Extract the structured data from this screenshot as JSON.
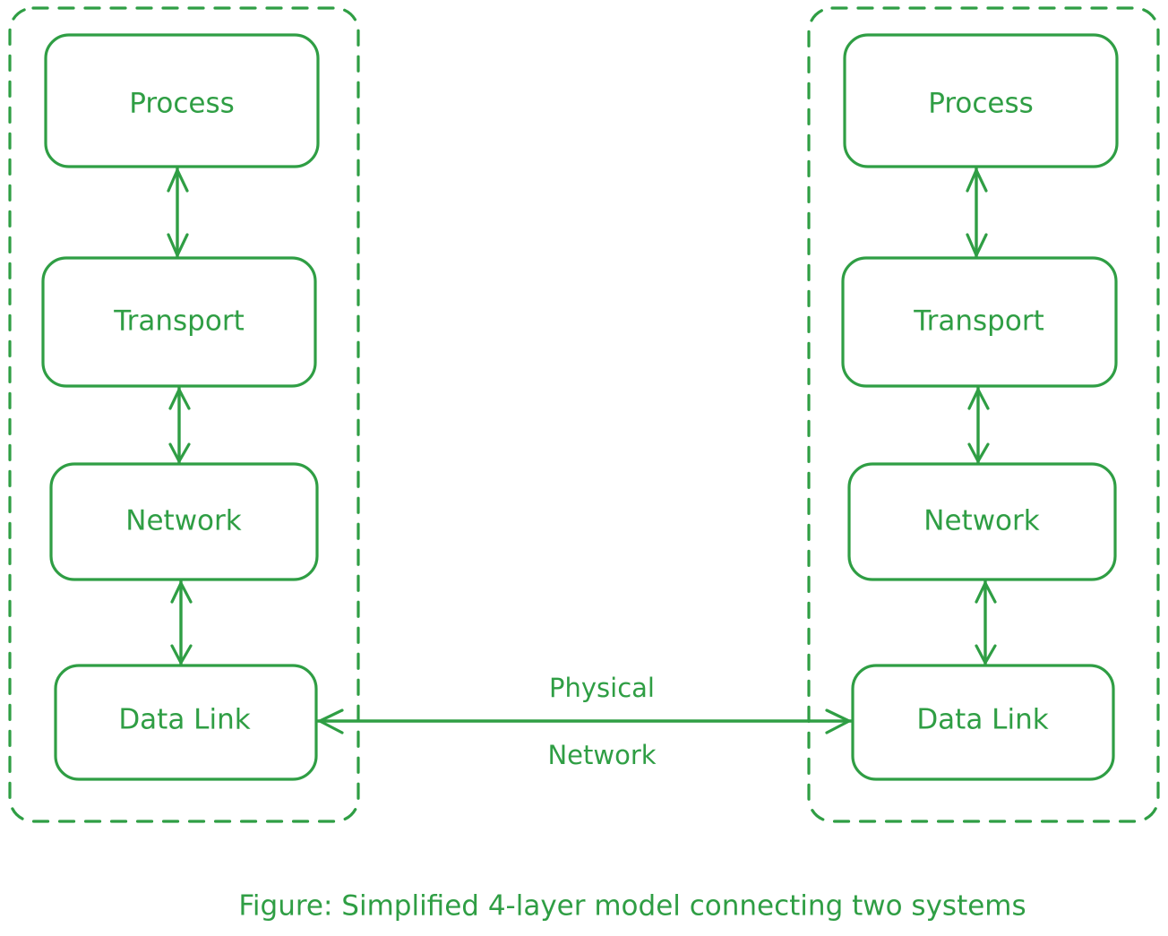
{
  "figure": {
    "caption": "Figure: Simplified 4-layer model connecting two systems",
    "background_color": "#ffffff",
    "stroke_color": "#2f9e44"
  },
  "systems": [
    {
      "id": "left-system",
      "layers": [
        {
          "name": "process",
          "label": "Process"
        },
        {
          "name": "transport",
          "label": "Transport"
        },
        {
          "name": "network",
          "label": "Network"
        },
        {
          "name": "datalink",
          "label": "Data Link"
        }
      ]
    },
    {
      "id": "right-system",
      "layers": [
        {
          "name": "process",
          "label": "Process"
        },
        {
          "name": "transport",
          "label": "Transport"
        },
        {
          "name": "network",
          "label": "Network"
        },
        {
          "name": "datalink",
          "label": "Data Link"
        }
      ]
    }
  ],
  "link": {
    "label_top": "Physical",
    "label_bottom": "Network"
  }
}
